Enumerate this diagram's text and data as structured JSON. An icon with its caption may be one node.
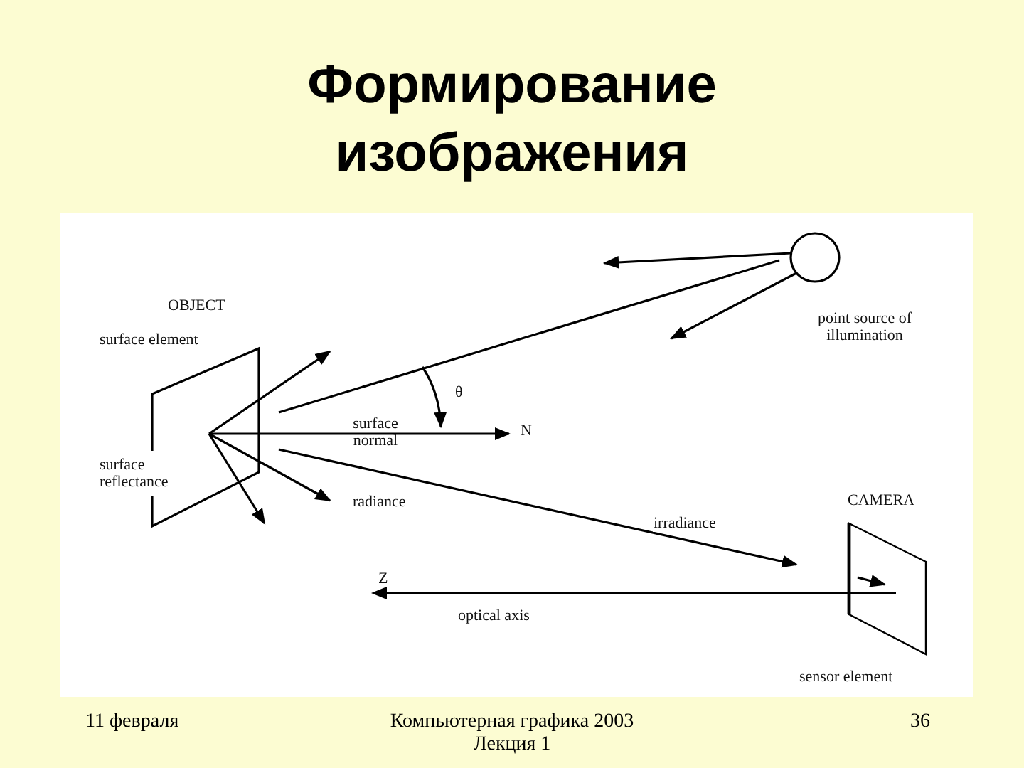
{
  "diagram": {
    "title": "Формирование изображения",
    "nodes": [
      {
        "text": [
          "OBJECT",
          "surface element",
          "surface reflectance"
        ]
      },
      {
        "text": [],
        "shape": "circle",
        "beside": [
          "point source of illumination"
        ]
      },
      {
        "text": [
          "CAMERA"
        ],
        "beside": [
          "sensor element"
        ]
      }
    ],
    "edges": [
      {
        "from": 1,
        "to": 0,
        "arrow": "none"
      },
      {
        "from": 0,
        "to": 2,
        "arrow": "to",
        "label": "irradiance"
      }
    ],
    "labels": [
      "θ",
      "surface normal",
      "N",
      "radiance",
      "Z",
      "optical axis",
      "11 февраля",
      "Компьютерная графика 2003 Лекция 1",
      "36"
    ]
  }
}
